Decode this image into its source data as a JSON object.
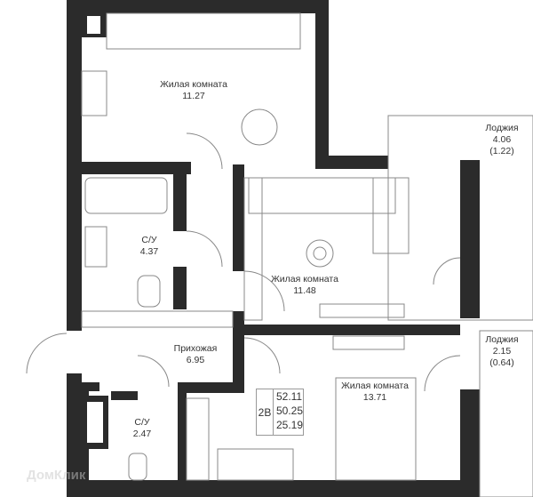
{
  "rooms": {
    "kitchen_living": {
      "name": "Жилая комната",
      "area": "11.27"
    },
    "bathroom_1": {
      "name": "С/У",
      "area": "4.37"
    },
    "living_room": {
      "name": "Жилая комната",
      "area": "11.48"
    },
    "loggia_1": {
      "name": "Лоджия",
      "area": "4.06",
      "reduced": "(1.22)"
    },
    "loggia_2": {
      "name": "Лоджия",
      "area": "2.15",
      "reduced": "(0.64)"
    },
    "hallway": {
      "name": "Прихожая",
      "area": "6.95"
    },
    "bathroom_2": {
      "name": "С/У",
      "area": "2.47"
    },
    "bedroom": {
      "name": "Жилая комната",
      "area": "13.71"
    }
  },
  "info": {
    "type": "2В",
    "total_area": "52.11",
    "area_no_loggia": "50.25",
    "living_area": "25.19"
  },
  "watermark": "ДомКлик",
  "colors": {
    "wall": "#2b2b2b",
    "line": "#888888"
  }
}
